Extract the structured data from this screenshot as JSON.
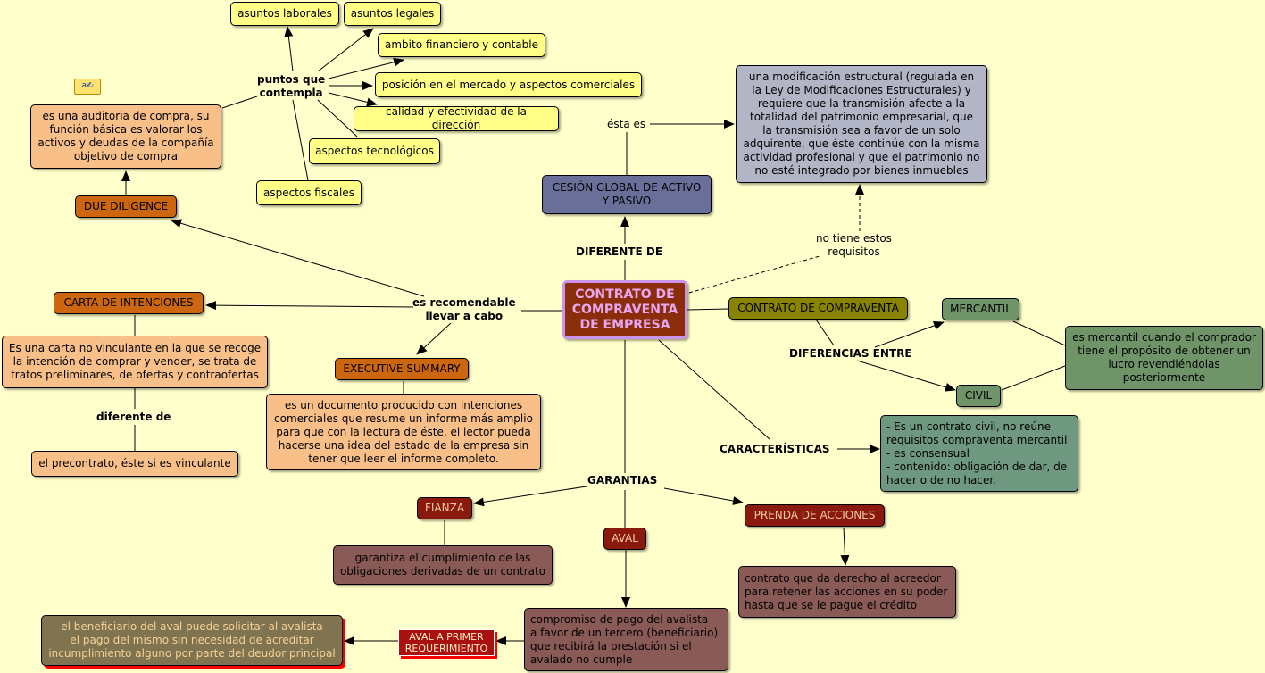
{
  "center": {
    "label": "CONTRATO DE\nCOMPRAVENTA\nDE EMPRESA"
  },
  "links": {
    "diferente_de": "DIFERENTE DE",
    "esta_es": "ésta es",
    "no_tiene": "no tiene estos\nrequisitos",
    "es_recomendable": "es recomendable\nllevar a cabo",
    "puntos_que": "puntos que\ncontempla",
    "diferente_de_2": "diferente de",
    "diferencias_entre": "DIFERENCIAS ENTRE",
    "caracteristicas": "CARACTERÍSTICAS",
    "garantias": "GARANTIAS"
  },
  "nodes": {
    "asuntos_laborales": "asuntos laborales",
    "asuntos_legales": "asuntos legales",
    "ambito_financiero": "ambito financiero y contable",
    "posicion_mercado": "posición en el mercado y aspectos comerciales",
    "calidad_direccion": "calidad y efectividad de la dirección",
    "aspectos_tecnologicos": "aspectos tecnológicos",
    "aspectos_fiscales": "aspectos fiscales",
    "auditoria": "es una auditoria de compra, su\nfunción básica es valorar los\nactivos y deudas de la compañía\nobjetivo de compra",
    "due_diligence": "DUE DILIGENCE",
    "carta_intenciones": "CARTA DE INTENCIONES",
    "carta_desc": "Es una carta no vinculante en la que se recoge\nla intención de comprar y vender, se trata de\ntratos preliminares, de ofertas y contraofertas",
    "precontrato": "el precontrato, éste si es vinculante",
    "executive_summary": "EXECUTIVE SUMMARY",
    "executive_desc": "es un documento producido con intenciones\ncomerciales que resume un informe más amplio\npara que con la lectura de éste, el lector pueda\nhacerse una idea del estado de la empresa sin\ntener que leer el informe completo.",
    "cesion_global": "CESIÓN GLOBAL DE ACTIVO\nY PASIVO",
    "modificacion": "una modificación estructural (regulada en\nla Ley de Modificaciones Estructurales) y\nrequiere que la transmisión afecte a la\ntotalidad del patrimonio empresarial, que\nla transmisión sea a favor de un solo\nadquirente, que éste continúe con la misma\nactividad profesional y que el patrimonio no\nno esté integrado por bienes inmuebles",
    "contrato_compraventa": "CONTRATO DE COMPRAVENTA",
    "mercantil": "MERCANTIL",
    "civil": "CIVIL",
    "mercantil_desc": "es mercantil cuando el comprador\ntiene el propósito de obtener un\nlucro revendiéndolas\nposteriormente",
    "caracteristicas_desc": "- Es un contrato civil, no reúne\nrequisitos compraventa mercantil\n- es consensual\n- contenido: obligación de dar, de\nhacer o de no hacer.",
    "fianza": "FIANZA",
    "fianza_desc": "garantiza el cumplimiento de las\nobligaciones derivadas de un contrato",
    "aval": "AVAL",
    "aval_desc": "compromiso de pago del avalista\na favor de un tercero (beneficiario)\nque recibirá la prestación si el\navalado no cumple",
    "aval_primer": "AVAL A PRIMER\nREQUERIMIENTO",
    "beneficiario": "el beneficiario del aval puede solicitar al avalista\nel pago del mismo sin necesidad de acreditar\nincumplimiento alguno por parte del deudor principal",
    "prenda": "PRENDA DE ACCIONES",
    "prenda_desc": "contrato que da derecho al acreedor\npara retener las acciones en su poder\nhasta que se le pague el crédito"
  }
}
